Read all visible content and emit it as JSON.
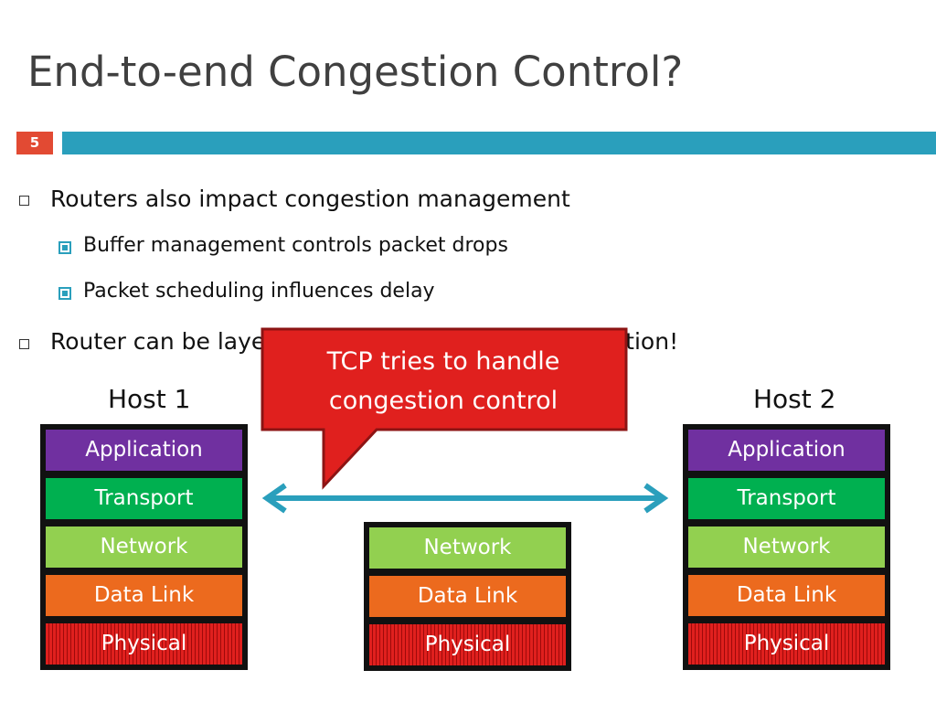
{
  "slide": {
    "title": "End-to-end Congestion Control?",
    "slide_number": "5"
  },
  "bullets": [
    {
      "text": "Routers also impact congestion management",
      "sub": [
        "Buffer management controls packet drops",
        "Packet scheduling influences delay"
      ]
    },
    {
      "text": "Router can be layer-3 and still help control congestion!",
      "sub": []
    }
  ],
  "hosts": {
    "host1_label": "Host 1",
    "host2_label": "Host 2"
  },
  "stacks": {
    "host1": [
      "Application",
      "Transport",
      "Network",
      "Data Link",
      "Physical"
    ],
    "host2": [
      "Application",
      "Transport",
      "Network",
      "Data Link",
      "Physical"
    ],
    "router": [
      "Network",
      "Data Link",
      "Physical"
    ]
  },
  "callout": {
    "line1": "TCP tries to handle",
    "line2": "congestion control"
  },
  "colors": {
    "accent_red": "#e24a33",
    "accent_blue": "#2a9fbc",
    "application": "#7030a0",
    "transport": "#00b050",
    "network": "#92d050",
    "data_link": "#ec6a1e",
    "physical": "#e0201e",
    "callout_fill": "#e0201e"
  }
}
